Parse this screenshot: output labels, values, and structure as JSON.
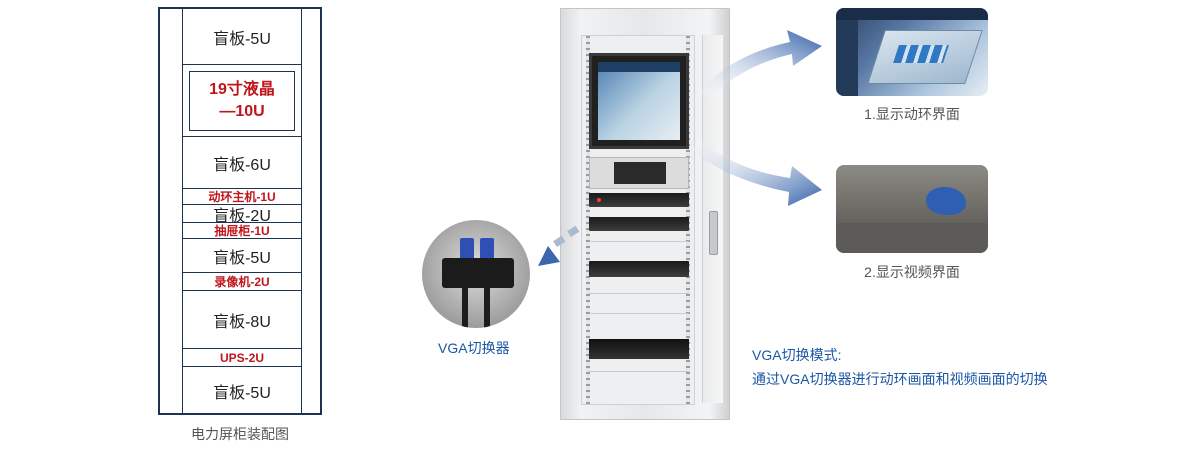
{
  "rack_diagram": {
    "caption": "电力屏柜装配图",
    "slots": [
      {
        "label": "盲板-5U",
        "kind": "blank"
      },
      {
        "label": "19寸液晶",
        "label2": "—10U",
        "kind": "monitor"
      },
      {
        "label": "盲板-6U",
        "kind": "blank"
      },
      {
        "label": "动环主机-1U",
        "kind": "device"
      },
      {
        "label": "盲板-2U",
        "kind": "blank"
      },
      {
        "label": "抽屉柜-1U",
        "kind": "device"
      },
      {
        "label": "盲板-5U",
        "kind": "blank"
      },
      {
        "label": "录像机-2U",
        "kind": "device"
      },
      {
        "label": "盲板-8U",
        "kind": "blank"
      },
      {
        "label": "UPS-2U",
        "kind": "device"
      },
      {
        "label": "盲板-5U",
        "kind": "blank"
      }
    ]
  },
  "screens": {
    "env": {
      "caption": "1.显示动环界面"
    },
    "video": {
      "caption": "2.显示视频界面"
    }
  },
  "kvm": {
    "label": "VGA切换器"
  },
  "mode": {
    "title": "VGA切换模式:",
    "description": "通过VGA切换器进行动环画面和视频画面的切换"
  },
  "colors": {
    "accent_blue": "#1a56a6",
    "device_red": "#c0151b",
    "frame": "#1e3350"
  }
}
